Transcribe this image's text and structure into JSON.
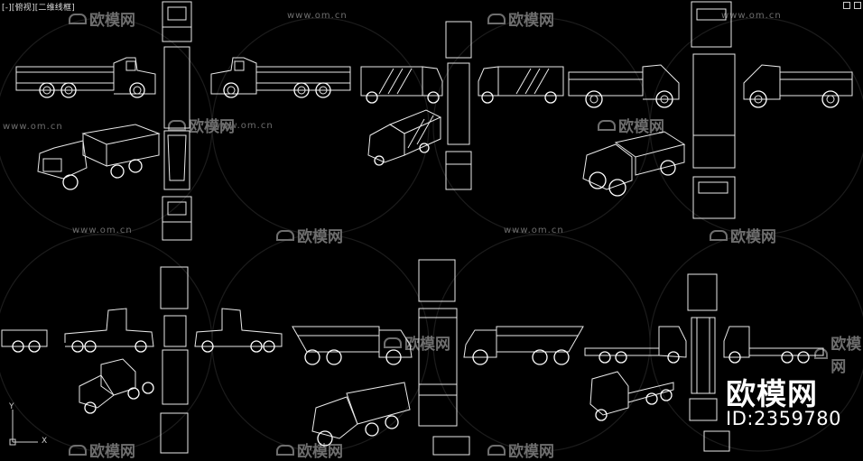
{
  "viewport": {
    "label": "[-][俯视][二维线框]",
    "background": "#000000",
    "line_color": "#e9e9e9"
  },
  "watermark": {
    "url_text": "www.om.cn",
    "logo_text": "欧模网",
    "color": "#6e6e6e"
  },
  "branding": {
    "logo_text": "欧模网",
    "id_text": "ID:2359780"
  },
  "ucs": {
    "y_label": "Y",
    "x_label": "X"
  },
  "icons": {
    "window_controls": [
      "minimize-icon",
      "restore-icon"
    ],
    "watermark_logo": "sofa-icon",
    "ucs": "ucs-axes-icon"
  }
}
